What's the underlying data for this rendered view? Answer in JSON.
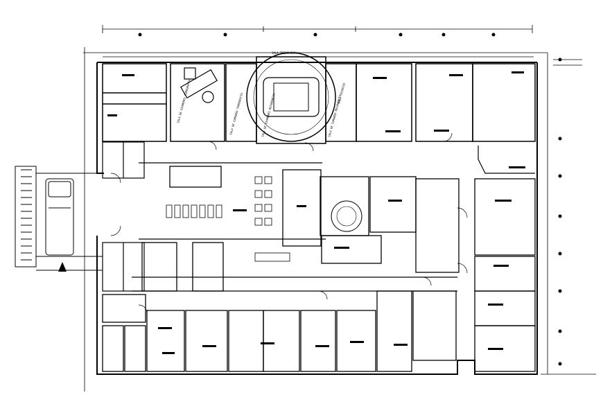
{
  "plan": {
    "room_labels": {
      "tomography_exam": "SALA DE EXAMENES TOMOGRAFIA",
      "tomography_control": "SALA DE COMANDO TOMOGRAFIA",
      "resonance_exam": "SALA DE EXAMENES RESONANCIA",
      "resonance_control": "SALA DE COMANDO RESONANCIA",
      "technician_room": "SALA TECNICOS",
      "top_note": "SALA TECNOLOGIA"
    },
    "colors": {
      "line": "#000000",
      "background": "#ffffff"
    }
  }
}
